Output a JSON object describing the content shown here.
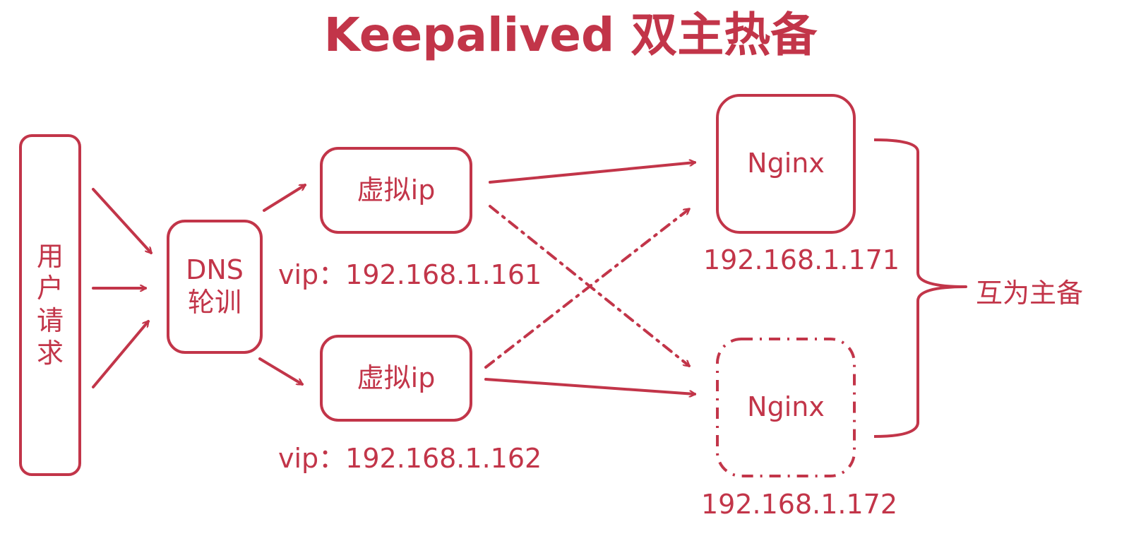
{
  "title": "Keepalived 双主热备",
  "colors": {
    "accent": "#c23549",
    "background": "#ffffff"
  },
  "nodes": {
    "user": {
      "label": "用户请求"
    },
    "dns": {
      "label": "DNS 轮训"
    },
    "vip1": {
      "label": "虚拟ip",
      "address": "vip：192.168.1.161"
    },
    "vip2": {
      "label": "虚拟ip",
      "address": "vip：192.168.1.162"
    },
    "nginx1": {
      "label": "Nginx",
      "address": "192.168.1.171",
      "border": "solid"
    },
    "nginx2": {
      "label": "Nginx",
      "address": "192.168.1.172",
      "border": "dash-dot"
    }
  },
  "group_label": "互为主备",
  "edges": [
    {
      "from": "user",
      "to": "dns",
      "style": "solid"
    },
    {
      "from": "user",
      "to": "dns",
      "style": "solid"
    },
    {
      "from": "user",
      "to": "dns",
      "style": "solid"
    },
    {
      "from": "dns",
      "to": "vip1",
      "style": "solid"
    },
    {
      "from": "dns",
      "to": "vip2",
      "style": "solid"
    },
    {
      "from": "vip1",
      "to": "nginx1",
      "style": "solid"
    },
    {
      "from": "vip1",
      "to": "nginx2",
      "style": "dash-dot"
    },
    {
      "from": "vip2",
      "to": "nginx1",
      "style": "dash-dot"
    },
    {
      "from": "vip2",
      "to": "nginx2",
      "style": "solid"
    }
  ]
}
